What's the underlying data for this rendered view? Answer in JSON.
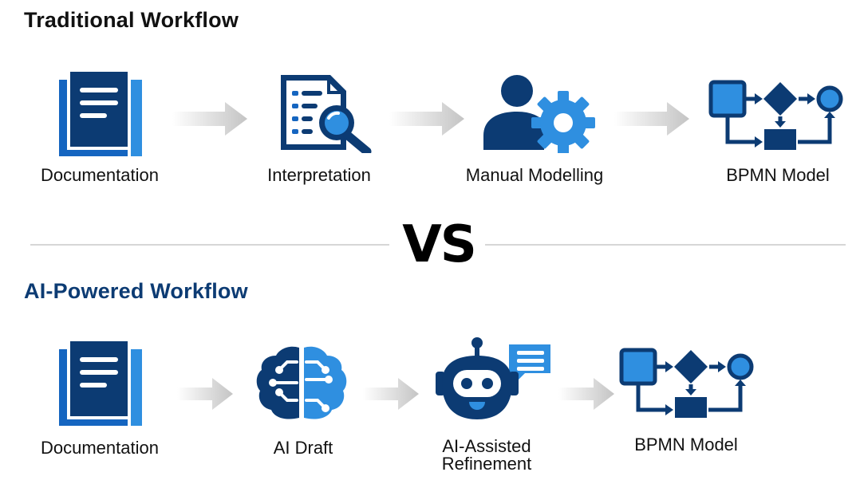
{
  "traditional": {
    "title": "Traditional Workflow",
    "steps": [
      {
        "label": "Documentation",
        "icon": "documentation-icon"
      },
      {
        "label": "Interpretation",
        "icon": "interpretation-icon"
      },
      {
        "label": "Manual Modelling",
        "icon": "manual-modelling-icon"
      },
      {
        "label": "BPMN Model",
        "icon": "bpmn-model-icon"
      }
    ]
  },
  "separator": {
    "text": "VS"
  },
  "ai": {
    "title": "AI-Powered Workflow",
    "steps": [
      {
        "label": "Documentation",
        "icon": "documentation-icon"
      },
      {
        "label": "AI Draft",
        "icon": "ai-brain-icon"
      },
      {
        "label": "AI-Assisted Refinement",
        "icon": "ai-robot-icon"
      },
      {
        "label": "BPMN Model",
        "icon": "bpmn-model-icon"
      }
    ]
  },
  "colors": {
    "dark_blue": "#0c3b73",
    "mid_blue": "#1565c0",
    "light_blue": "#2f8fe0",
    "arrow_gray": "#c8c8c8"
  }
}
